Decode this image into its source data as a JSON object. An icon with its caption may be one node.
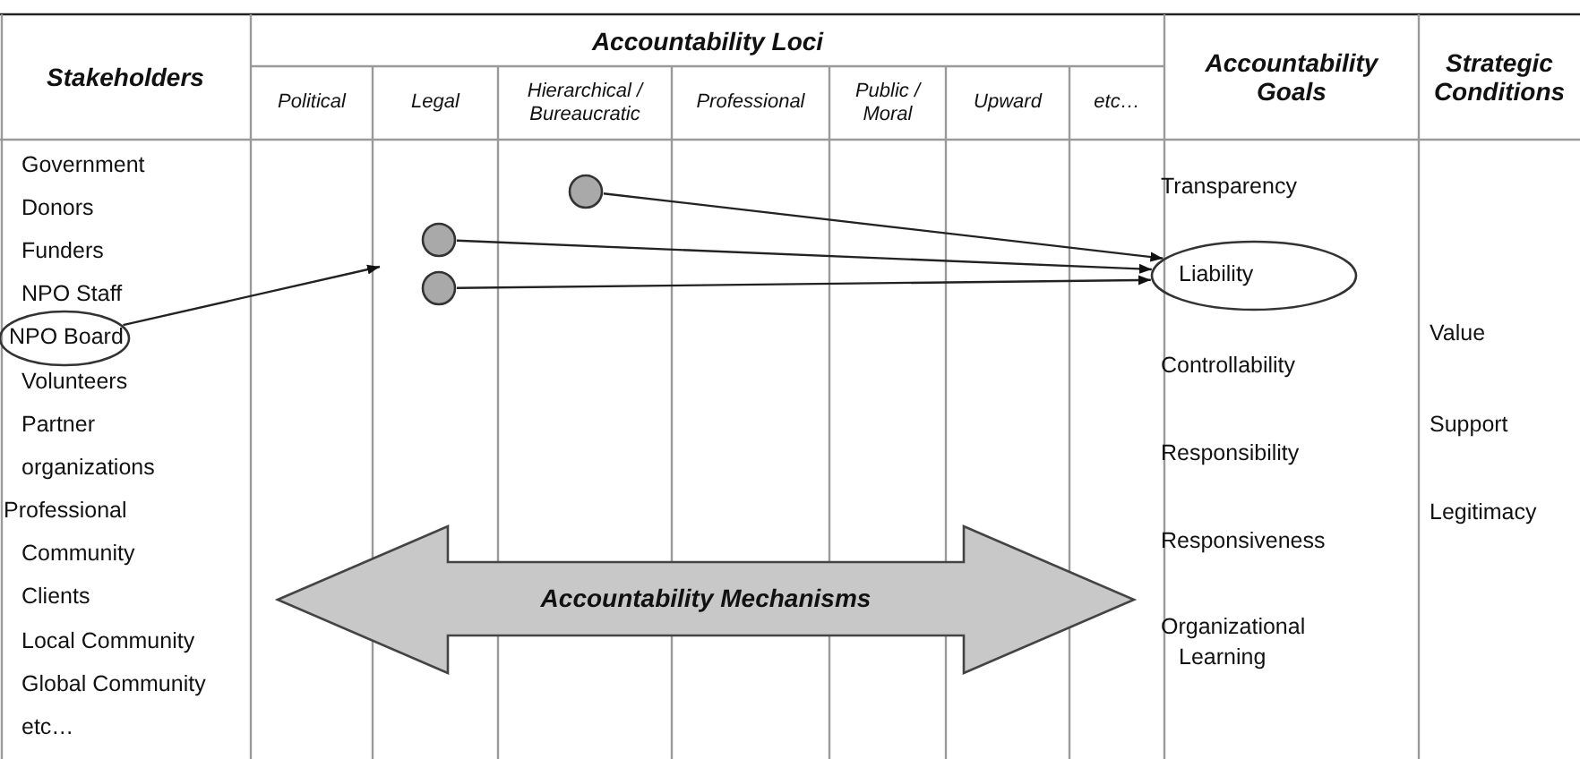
{
  "diagram": {
    "nodes": [
      {
        "text": [],
        "shape": "circle"
      },
      {
        "text": [],
        "shape": "circle"
      },
      {
        "text": [
          "Liability"
        ]
      },
      {
        "text": [],
        "shape": "circle"
      },
      {
        "text": [
          "NPO Board"
        ]
      },
      {
        "text": [
          "Accountability Mechanisms"
        ]
      }
    ],
    "edges": [
      {
        "from": 0,
        "to": 2,
        "arrow": "to"
      },
      {
        "from": 1,
        "to": 2,
        "arrow": "to"
      },
      {
        "from": 3,
        "to": 2,
        "arrow": "to"
      },
      {
        "from": 4,
        "to": null,
        "arrow": "to"
      }
    ],
    "labels": [
      "Stakeholders",
      "Accountability Loci",
      "Political",
      "Legal",
      "Hierarchical / Bureaucratic",
      "Professional",
      "Public / Moral",
      "Upward",
      "etc…",
      "Accountability Goals",
      "Strategic Conditions",
      "Government",
      "Donors",
      "Funders",
      "NPO Staff",
      "Volunteers",
      "Partner organizations",
      "Professional Community",
      "Clients",
      "Local Community",
      "Global Community",
      "etc…",
      "Transparency",
      "Controllability",
      "Responsibility",
      "Responsiveness",
      "Organizational Learning",
      "Value",
      "Support",
      "Legitimacy"
    ]
  }
}
